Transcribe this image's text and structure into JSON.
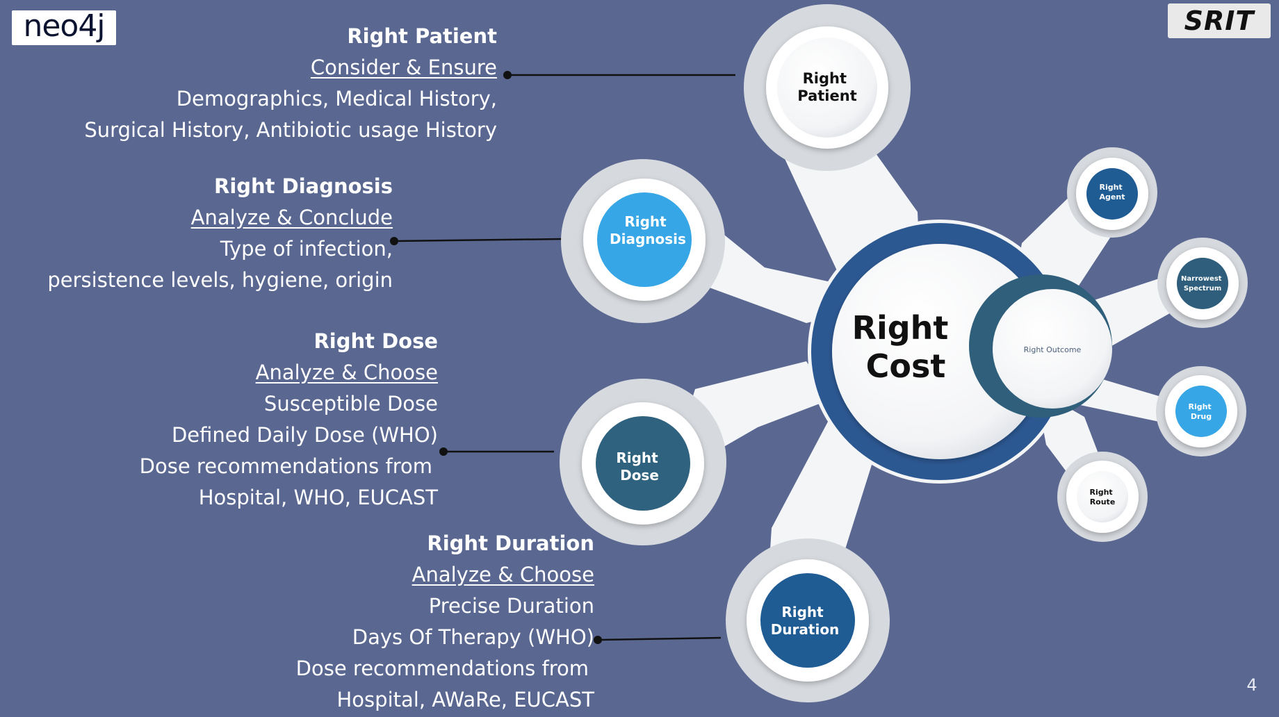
{
  "logos": {
    "left": "neo4j",
    "right": "SRIT"
  },
  "blocks": {
    "patient": {
      "heading": "Right Patient",
      "action": "Consider & Ensure",
      "lines": [
        "Demographics, Medical History,",
        "Surgical History, Antibiotic usage History"
      ]
    },
    "diagnosis": {
      "heading": "Right Diagnosis",
      "action": "Analyze & Conclude",
      "lines": [
        "Type of infection,",
        "persistence levels, hygiene, origin"
      ]
    },
    "dose": {
      "heading": "Right Dose",
      "action": "Analyze & Choose",
      "lines": [
        "Susceptible Dose",
        "Defined Daily Dose (WHO)",
        "Dose recommendations from",
        "Hospital, WHO, EUCAST"
      ]
    },
    "duration": {
      "heading": "Right Duration",
      "action": "Analyze & Choose",
      "lines": [
        "Precise  Duration",
        "Days Of Therapy (WHO)",
        "Dose recommendations from",
        "Hospital, AWaRe, EUCAST"
      ]
    }
  },
  "nodes": {
    "center": [
      "Right",
      "Cost"
    ],
    "patient": [
      "Right",
      "Patient"
    ],
    "diagnosis": [
      "Right",
      "Diagnosis"
    ],
    "dose": [
      "Right",
      "Dose"
    ],
    "duration": [
      "Right",
      "Duration"
    ],
    "outcome": [
      "Right Outcome"
    ],
    "agent": [
      "Right",
      "Agent"
    ],
    "spectrum": [
      "Narrowest",
      "Spectrum"
    ],
    "drug": [
      "Right",
      "Drug"
    ],
    "route": [
      "Right",
      "Route"
    ]
  },
  "colors": {
    "background": "#5a6891",
    "ring": "#2c5892",
    "light_blue": "#37a6e6",
    "steel_blue": "#2f627e",
    "dark_blue": "#1f5c94",
    "teal": "#2e5e7c"
  },
  "page_number": "4"
}
